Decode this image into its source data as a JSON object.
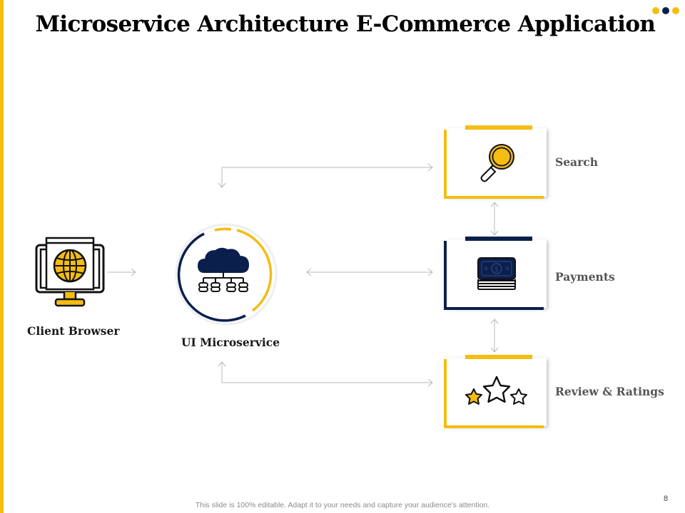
{
  "slide": {
    "title": "Microservice Architecture E-Commerce Application",
    "footer_note": "This slide is 100% editable. Adapt it to your needs and capture your audience's attention.",
    "page_number": "8"
  },
  "colors": {
    "accent_yellow": "#f5bd12",
    "accent_navy": "#0b1f4d",
    "connector_grey": "#b5b5b5",
    "dots": [
      "#f5bd12",
      "#0b1f4d",
      "#f5bd12"
    ]
  },
  "nodes": {
    "client": {
      "label": "Client Browser",
      "icon": "globe-monitor-icon"
    },
    "ui": {
      "label": "UI Microservice",
      "icon": "cloud-network-icon"
    },
    "services": [
      {
        "label": "Search",
        "icon": "magnifier-icon",
        "accent": "yellow"
      },
      {
        "label": "Payments",
        "icon": "money-stack-icon",
        "accent": "navy"
      },
      {
        "label": "Review & Ratings",
        "icon": "stars-rating-icon",
        "accent": "yellow"
      }
    ]
  },
  "connections": [
    {
      "from": "Client Browser",
      "to": "UI Microservice",
      "direction": "one-way"
    },
    {
      "from": "UI Microservice",
      "to": "Search",
      "direction": "two-way"
    },
    {
      "from": "UI Microservice",
      "to": "Payments",
      "direction": "two-way"
    },
    {
      "from": "UI Microservice",
      "to": "Review & Ratings",
      "direction": "two-way"
    },
    {
      "from": "Search",
      "to": "Payments",
      "direction": "two-way"
    },
    {
      "from": "Payments",
      "to": "Review & Ratings",
      "direction": "two-way"
    }
  ]
}
